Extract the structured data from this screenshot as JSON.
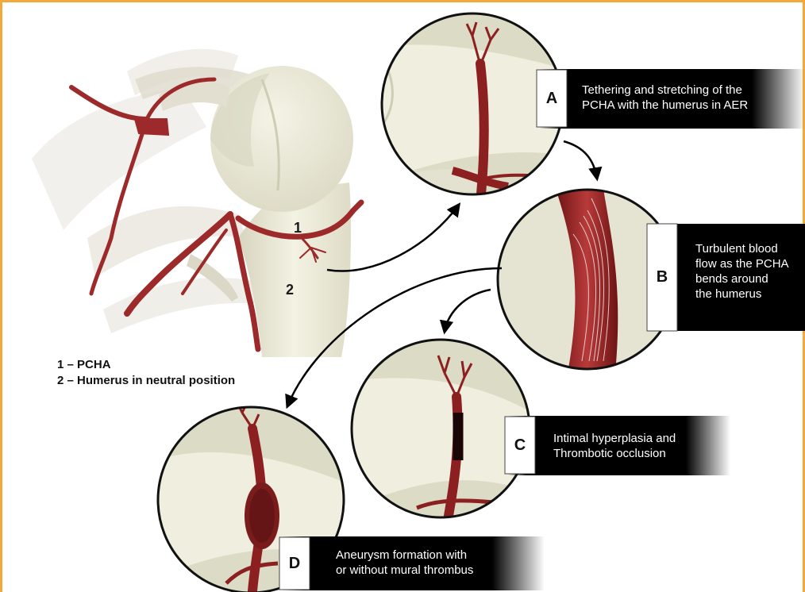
{
  "legend": {
    "item1": "1 – PCHA",
    "item2": "2 – Humerus in neutral position"
  },
  "markers": {
    "one": "1",
    "two": "2"
  },
  "panels": {
    "A": {
      "letter": "A",
      "line1": "Tethering and stretching of the",
      "line2": "PCHA with the humerus  in AER"
    },
    "B": {
      "letter": "B",
      "line1": "Turbulent  blood",
      "line2": "flow as the PCHA",
      "line3": "bends around",
      "line4": "the humerus"
    },
    "C": {
      "letter": "C",
      "line1": "Intimal hyperplasia and",
      "line2": "Thrombotic occlusion"
    },
    "D": {
      "letter": "D",
      "line1": "Aneurysm formation with",
      "line2": "or without mural thrombus"
    }
  },
  "colors": {
    "frame": "#f2a93b",
    "bone": "#ecebd9",
    "artery": "#9c2a2a",
    "label_box_black": "#000000"
  }
}
